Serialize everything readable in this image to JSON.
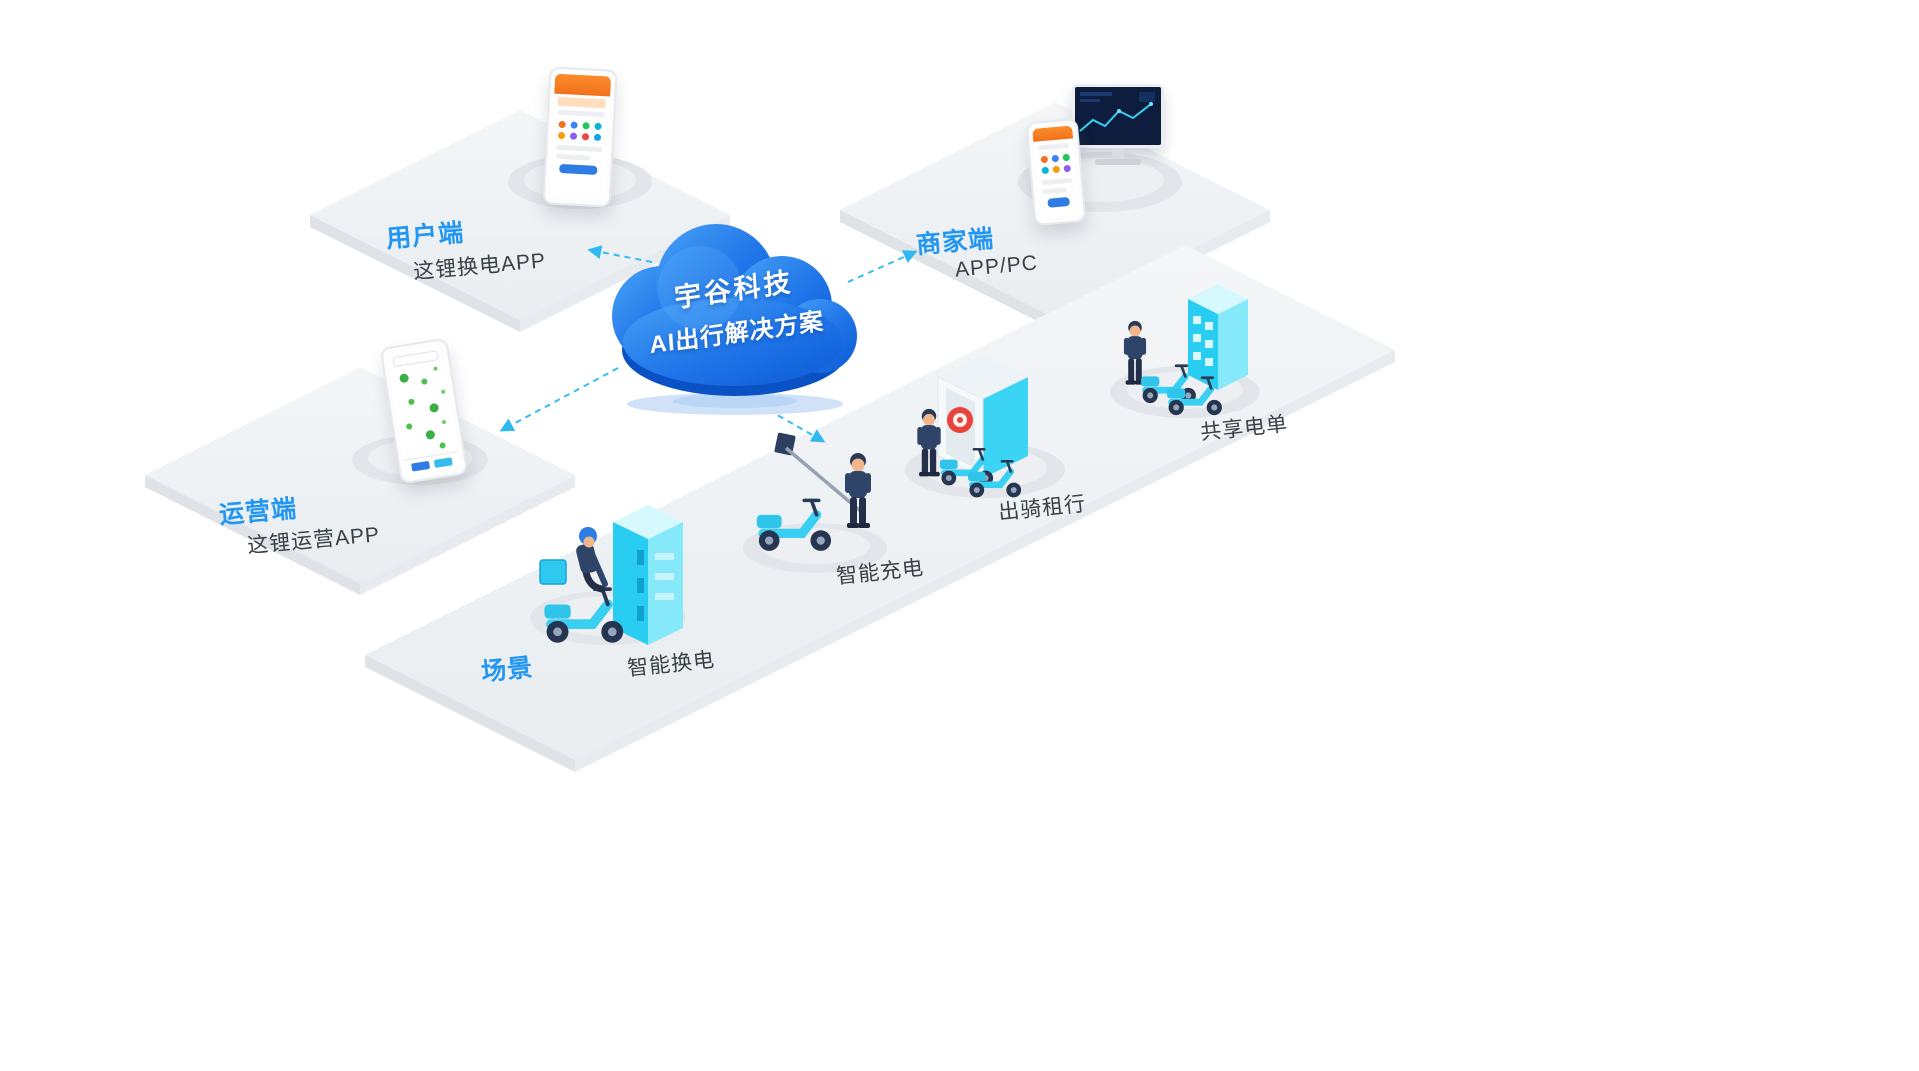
{
  "cloud": {
    "title": "宇谷科技",
    "subtitle": "AI出行解决方案"
  },
  "platforms": {
    "user": {
      "name": "用户端",
      "desc": "这锂换电APP"
    },
    "merchant": {
      "name": "商家端",
      "desc": "APP/PC"
    },
    "operator": {
      "name": "运营端",
      "desc": "这锂运营APP"
    },
    "scene": {
      "name": "场景"
    }
  },
  "scenes": [
    {
      "label": "智能换电"
    },
    {
      "label": "智能充电"
    },
    {
      "label": "出骑租行"
    },
    {
      "label": "共享电单"
    }
  ],
  "colors": {
    "label_blue": "#2196f3",
    "cloud_blue": "#1f74e8",
    "device_cyan": "#35d0f2",
    "text_dark": "#3a4047",
    "arrow_cyan": "#35bdf0"
  }
}
